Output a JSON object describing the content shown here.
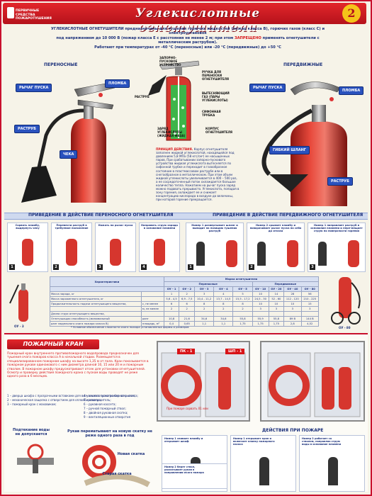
{
  "header": {
    "brand": "ПЕРВИЧНЫЕ СРЕДСТВА ПОЖАРОТУШЕНИЯ",
    "title": "Углекислотные огнетушители",
    "number": "2"
  },
  "intro": {
    "line1": "УГЛЕКИСЛОТНЫЕ ОГНЕТУШИТЕЛИ предназначены для тушения горючих жидкостей (пожар класса В), горючих газов (класс С) и электроустановок",
    "line2a": "под напряжением до 10 000 В (пожар класса Е с расстояния не менее 2 м; при этом ",
    "warn": "ЗАПРЕЩЕНО",
    "line2b": " применять огнетушители с металлическим раструбом).",
    "line3": "Работают при температурах от -40 °С (переносные) или -20 °С (передвижные) до +50 °С"
  },
  "sections": {
    "portable": "ПЕРЕНОСНЫЕ",
    "mobile": "ПЕРЕДВИЖНЫЕ"
  },
  "callouts": {
    "lever": "РЫЧАГ ПУСКА",
    "seal": "ПЛОМБА",
    "horn": "РАСТРУБ",
    "pin": "ЧЕКА",
    "lever2": "РЫЧАГ ПУСКА",
    "seal2": "ПЛОМБА",
    "hose": "ГИБКИЙ ШЛАНГ",
    "horn2": "РАСТРУБ"
  },
  "diagram": {
    "valve": "ЗАПОРНО-ПУСКОВОЕ УСТРОЙСТВО",
    "handle": "РУЧКА ДЛЯ ПЕРЕНОСКИ ОГНЕТУШИТЕЛЯ",
    "horn": "РАСТРУБ",
    "gas": "ВЫТЕСНЯЮЩИЙ ГАЗ (ПАРЫ УГЛЕКИСЛОТЫ)",
    "siphon": "СИФОННАЯ ТРУБКА",
    "charge": "ЗАРЯД УГЛЕКИСЛОТЫ (ЖИДКАЯ ФАЗА)",
    "body": "КОРПУС ОГНЕТУШИТЕЛЯ"
  },
  "principle": {
    "head": "ПРИНЦИП ДЕЙСТВИЯ.",
    "text": "Корпус огнетушителя заполнен жидкой углекислотой, находящейся под давлением 5,8 МПа (58 кгс/см²) ее насыщенных паров. При срабатывании запорно-пускового устройства жидкая углекислота вытесняется по сифонной трубке и переходит в газообразное состояние в пластмассовом раструбе или в снегообразное в металлическом. При этом объем жидкой углекислоты увеличивается в 400 – 500 раз, а ее сосредоточенный поток охлаждается большое количество тепла. Нажатием на рычаг пуска заряд можно подавать прерывисто. Углекислота, попадая в зону горения, охлаждает ее и снижает концентрацию кислорода в воздухе до величины, при которой горение прекращается."
  },
  "bands": {
    "portable_action": "ПРИВЕДЕНИЕ В ДЕЙСТВИЕ ПЕРЕНОСНОГО ОГНЕТУШИТЕЛЯ",
    "mobile_action": "ПРИВЕДЕНИЕ В ДЕЙСТВИЕ ПЕРЕДВИЖНОГО ОГНЕТУШИТЕЛЯ"
  },
  "portable_steps": [
    "Сорвать пломбу, выдернуть чеку",
    "Перевести раструб в требуемое положение",
    "Нажать на рычаг пуска",
    "Направить струю заряда в основание пламени"
  ],
  "mobile_steps": [
    "Номер 1 развертывает шланг и выводит на позицию тушения раструб",
    "Номер 2 срывает пломбу и поворачивает рычаг пуска на себя до отказа",
    "Номер 1 направляет раструб в основание пламени и пере-мещает струю по поверхности горения"
  ],
  "table": {
    "label_left": "ОУ - 3",
    "label_right": "ОУ - 80",
    "header_chars": "Характеристики",
    "header_mark": "Марка огнетушителя",
    "header_portable": "Переносные",
    "header_mobile": "Передвижные",
    "models": [
      "ОУ - 1",
      "ОУ - 2",
      "ОУ - 3",
      "ОУ - 4",
      "ОУ - 5",
      "ОУ - 10",
      "ОУ - 20",
      "ОУ - 40",
      "ОУ - 80"
    ],
    "rows": [
      {
        "name": "Масса заряда, кг",
        "unit": "",
        "values": [
          "1",
          "2",
          "3",
          "4",
          "5",
          "10",
          "14",
          "28",
          "56"
        ]
      },
      {
        "name": "Масса заряженного огнетушителя, кг",
        "unit": "",
        "values": [
          "5,6 - 4,5",
          "6,9 - 7,5",
          "10,4 - 11,2",
          "13,7 - 14,5",
          "15,5 - 17,2",
          "24,5 - 30",
          "52 - 60",
          "112 - 120",
          "210 - 225"
        ]
      },
      {
        "name": "Продолжительность подачи огнетушащего вещества,",
        "unit": "с, не менее",
        "values": [
          "6",
          "6",
          "8",
          "8",
          "8",
          "10",
          "10",
          "10",
          "15"
        ]
      },
      {
        "name": "",
        "unit": "м, не менее",
        "values": [
          "2",
          "2",
          "2",
          "2",
          "2",
          "3",
          "3",
          "3",
          "3"
        ]
      },
      {
        "name": "Длина струи огнетушащего вещества,",
        "unit": "",
        "values": [
          "",
          "",
          "",
          "",
          "",
          "",
          "",
          "",
          ""
        ]
      },
      {
        "name": "Огнетушащая способность (минимальный",
        "unit": "ранг",
        "values": [
          "10,8",
          "21,6",
          "34,6",
          "34,6",
          "55,8",
          "55,9",
          "55,8",
          "89 В",
          "144 В"
        ]
      },
      {
        "name": "ранг модельного очага пожара класса В)",
        "unit": "площадь, м²",
        "values": [
          "0,4",
          "0,65",
          "1,1",
          "1,1",
          "1,75",
          "1,75",
          "1,75",
          "2,8",
          "4,52"
        ]
      }
    ],
    "footnote": "* Условное обозначение сложности очага пожара установленных формы и размеров"
  },
  "crane": {
    "title": "ПОЖАРНЫЙ КРАН",
    "text": "Пожарный кран внутреннего противопожарного водопровода предназначен для тушения очага пожаров класса А в начальной стадии. Размещается в специализированном пожарном шкафу на высоте 1,35 м от пола. Кран показывается в пожарном рукаве одинакового с ним диаметра длиной 10, 15 или 20 м и пожарным стволом. В пожарном шкафу предусматривают отсек для установки огнетушителей. Осмотр и проверку действия пожарного крана с пуском воды проводят не реже одного раза в 6 месяцев.",
    "legend_left": [
      "1 – дверца шкафа с прозрачными вставками для визуального осмотра без вскрытия;",
      "2 – механическая защелка с отверстием для опломбирования;",
      "3 – пожарный кран с маховиком;"
    ],
    "legend_right": [
      "4 – кнопка пуска пожарного насоса;",
      "5 – огнетушитель;",
      "6 – рукавная кассета;",
      "7 – ручной пожарный ствол;",
      "8 – двойная рукавная скатка;",
      "9 – вентиляционные отверстия"
    ],
    "cab1": "ПК - 1",
    "cab2": "ШП - 1",
    "open_note": "При пожаре сорвать 01 или",
    "leak_title": "Подтекание воды не допускается",
    "reroll_title": "Рукав перематывают на новую скатку не реже одного раза в год",
    "new_roll": "Новая скатка",
    "old_roll": "Старая скатка",
    "actions_title": "ДЕЙСТВИЯ ПРИ ПОЖАРЕ",
    "actions": [
      "Номер 1 снимает пломбу и открывает шкаф",
      "Номер 1 открывает кран и включает кнопку пожарного насоса",
      "Номер 2 работает со стволом, направляя струю воды в основание пламени",
      "Номер 2 берет ствол, раскатывает рукав в направлении очага пожара"
    ]
  },
  "colors": {
    "accent": "#c8102e",
    "navy": "#1a2f7a",
    "cylinder": "#d6362e"
  }
}
